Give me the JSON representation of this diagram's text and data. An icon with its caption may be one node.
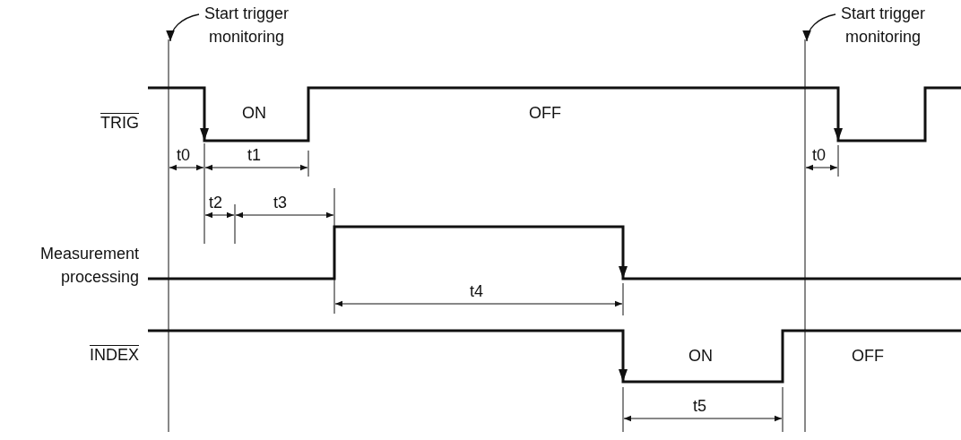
{
  "diagram": {
    "nodes": [
      {
        "text": [
          "Start trigger monitoring"
        ]
      },
      {
        "text": [
          "Start trigger monitoring"
        ]
      }
    ],
    "edges": [
      {
        "from": 0,
        "to": null,
        "arrow": "to"
      },
      {
        "from": 1,
        "to": null,
        "arrow": "to"
      }
    ],
    "labels": [
      "TRIG",
      "ON",
      "OFF",
      "t0",
      "t1",
      "t0",
      "t2",
      "t3",
      "Measurement processing",
      "t4",
      "INDEX",
      "ON",
      "OFF",
      "t5"
    ]
  }
}
